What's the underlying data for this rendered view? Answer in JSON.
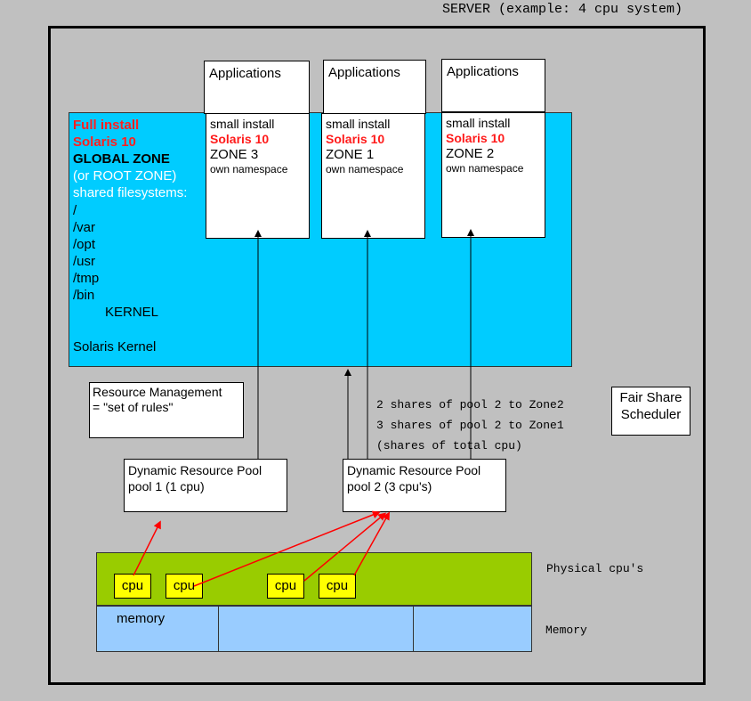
{
  "server_title": "SERVER (example: 4 cpu system)",
  "global_zone": {
    "lines": [
      {
        "text": "Full install",
        "style": "red"
      },
      {
        "text": "Solaris 10",
        "style": "red"
      },
      {
        "text": "GLOBAL ZONE",
        "style": "bold"
      },
      {
        "text": "(or ROOT  ZONE)",
        "style": "white"
      },
      {
        "text": "shared filesystems:",
        "style": "white"
      },
      {
        "text": "/",
        "style": "plain"
      },
      {
        "text": "/var",
        "style": "plain"
      },
      {
        "text": "/opt",
        "style": "plain"
      },
      {
        "text": "/usr",
        "style": "plain"
      },
      {
        "text": "/tmp",
        "style": "plain"
      },
      {
        "text": "/bin",
        "style": "plain"
      },
      {
        "text": "KERNEL",
        "style": "indent"
      },
      {
        "text": "",
        "style": "plain"
      },
      {
        "text": "Solaris Kernel",
        "style": "plain"
      }
    ]
  },
  "applications": [
    "Applications",
    "Applications",
    "Applications"
  ],
  "zones": [
    {
      "install": "small install",
      "os": "Solaris 10",
      "zone": "ZONE 3",
      "ns": "own namespace"
    },
    {
      "install": "small install",
      "os": "Solaris 10",
      "zone": "ZONE 1",
      "ns": "own namespace"
    },
    {
      "install": "small install",
      "os": "Solaris 10",
      "zone": "ZONE 2",
      "ns": "own namespace"
    }
  ],
  "resource_management": {
    "line1": "Resource Management",
    "line2": "=  \"set of rules\""
  },
  "fair_share": {
    "line1": "Fair Share",
    "line2": "Scheduler"
  },
  "notes": [
    "2 shares of pool 2 to Zone2",
    "3 shares of pool 2 to Zone1",
    "(shares of total cpu)"
  ],
  "pools": [
    {
      "title": "Dynamic Resource Pool",
      "detail": "pool 1 (1 cpu)"
    },
    {
      "title": "Dynamic Resource Pool",
      "detail": "pool 2  (3 cpu's)"
    }
  ],
  "cpus": [
    "cpu",
    "cpu",
    "cpu",
    "cpu"
  ],
  "memory_label": "memory",
  "physical_label": "Physical cpu's",
  "memory_row_label": "Memory",
  "colors": {
    "global_zone": "#00ccff",
    "physical": "#99cc00",
    "cpu": "#ffff00",
    "memory": "#99ccff",
    "arrow_red": "#ff0000"
  }
}
